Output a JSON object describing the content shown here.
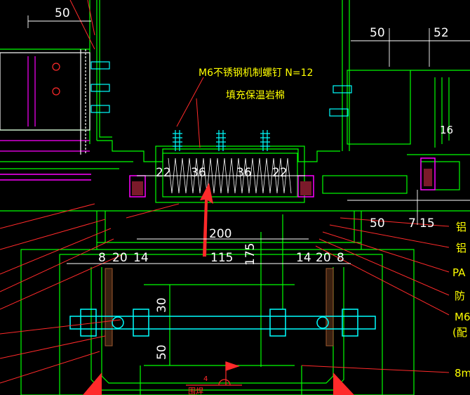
{
  "drawing": {
    "dimensions": {
      "top_left": "50",
      "top_right_a": "50",
      "top_right_b": "52",
      "small_16": "16",
      "seg_22_left": "22",
      "seg_36_left": "36",
      "seg_36_right": "36",
      "seg_22_right": "22",
      "total_200": "200",
      "right_50": "50",
      "right_7": "7",
      "right_15": "15",
      "row_8_left": "8",
      "row_20_left": "20",
      "row_14_left": "14",
      "row_115": "115",
      "row_175": "175",
      "row_14_right": "14",
      "row_20_right": "20",
      "row_8_right": "8",
      "vert_30": "30",
      "vert_50": "50"
    },
    "annotations": {
      "bolt_note": "M6不锈钢机制螺钉  N=12",
      "insulation_note": "填充保温岩棉",
      "weld_label": "围焊",
      "weld_number": "4"
    },
    "side_labels": [
      "铝",
      "铝",
      "PA",
      "防",
      "M6",
      "(配",
      "8m"
    ]
  },
  "colors": {
    "background": "#000000",
    "frame": "#00ff00",
    "dimension": "#ffffff",
    "annotation": "#ffff00",
    "leader": "#ff2a2a",
    "accent": "#ff00ff",
    "steel": "#00ffff"
  }
}
